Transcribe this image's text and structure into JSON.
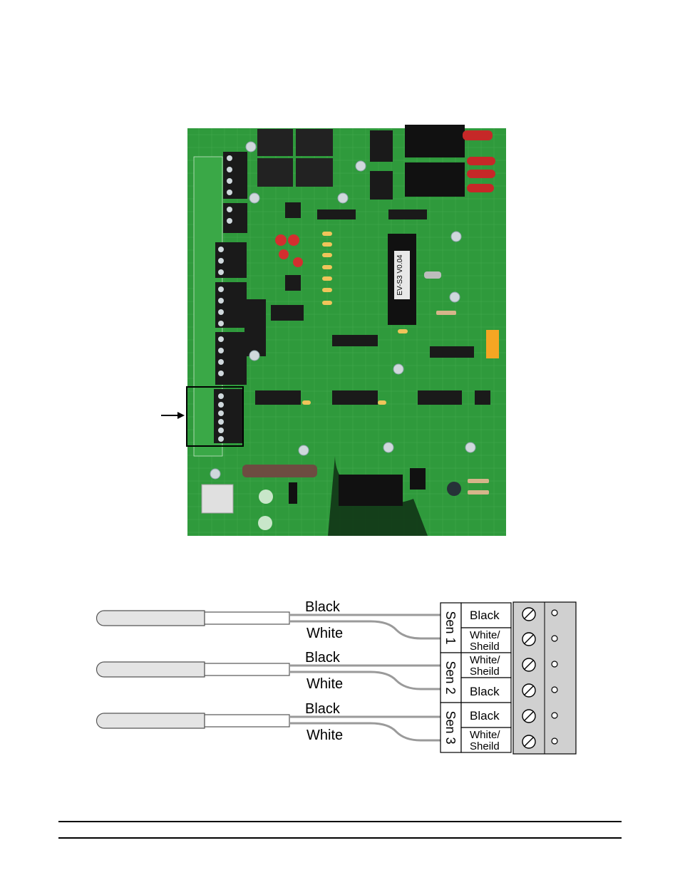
{
  "colors": {
    "pcb_green": "#2f9a3c",
    "pcb_dark": "#1d6e29",
    "wire_gray": "#9a9a9a",
    "terminal_block_gray": "#d0d0d0",
    "callout_box": "#000000"
  },
  "photo": {
    "chip_label": "EV-S3 V0.04",
    "callout": "arrow-pointing-to-sensor-terminal-block"
  },
  "diagram": {
    "wires": [
      {
        "top": "Black",
        "bottom": "White"
      },
      {
        "top": "Black",
        "bottom": "White"
      },
      {
        "top": "Black",
        "bottom": "White"
      }
    ],
    "sensor_groups": [
      "Sen 1",
      "Sen 2",
      "Sen 3"
    ],
    "terminals": [
      {
        "line1": "Black",
        "line2": ""
      },
      {
        "line1": "White/",
        "line2": "Sheild"
      },
      {
        "line1": "White/",
        "line2": "Sheild"
      },
      {
        "line1": "Black",
        "line2": ""
      },
      {
        "line1": "Black",
        "line2": ""
      },
      {
        "line1": "White/",
        "line2": "Sheild"
      }
    ]
  }
}
